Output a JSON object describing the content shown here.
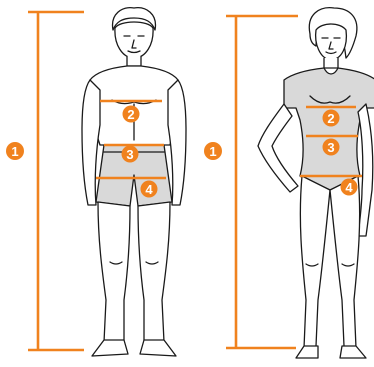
{
  "colors": {
    "accent": "#F0821E",
    "line": "#1a1a1a",
    "garment": "#d9d9d9",
    "skin": "#ffffff"
  },
  "figures": {
    "man": {
      "height_badge": "1",
      "chest_badge": "2",
      "waist_badge": "3",
      "hip_badge": "4"
    },
    "woman": {
      "height_badge": "1",
      "chest_badge": "2",
      "waist_badge": "3",
      "hip_badge": "4"
    }
  }
}
